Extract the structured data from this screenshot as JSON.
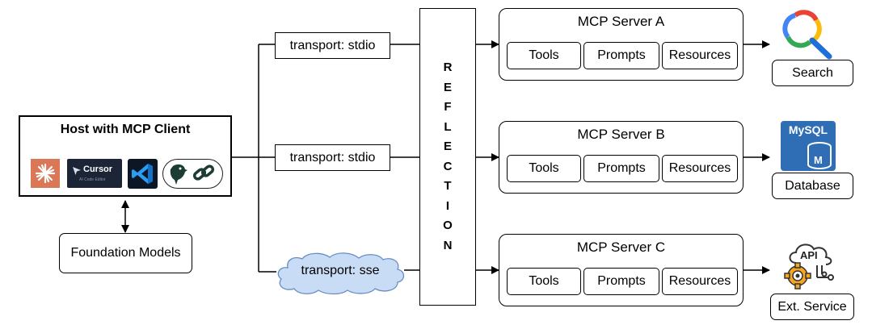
{
  "host": {
    "title": "Host with MCP Client",
    "apps": [
      {
        "icon": "claude-icon",
        "color": "#d97757"
      },
      {
        "icon": "cursor-logo",
        "label": "Cursor",
        "sublabel": "AI Code Editor",
        "color": "#1b2536"
      },
      {
        "icon": "vscode-icon",
        "color": "#0065a9"
      },
      {
        "icon": "parrot-chain-icon"
      }
    ]
  },
  "foundation": {
    "label": "Foundation Models"
  },
  "transports": [
    {
      "label": "transport: stdio"
    },
    {
      "label": "transport: stdio"
    },
    {
      "label": "transport: sse",
      "fill": "#c9dcf5"
    }
  ],
  "reflection": {
    "letters": [
      "R",
      "E",
      "F",
      "L",
      "E",
      "C",
      "T",
      "I",
      "O",
      "N"
    ]
  },
  "servers": [
    {
      "title": "MCP Server A",
      "items": [
        "Tools",
        "Prompts",
        "Resources"
      ]
    },
    {
      "title": "MCP Server B",
      "items": [
        "Tools",
        "Prompts",
        "Resources"
      ]
    },
    {
      "title": "MCP Server C",
      "items": [
        "Tools",
        "Prompts",
        "Resources"
      ]
    }
  ],
  "endpoints": [
    {
      "label": "Search",
      "icon": "google-search-icon"
    },
    {
      "label": "Database",
      "icon": "mysql-database-icon",
      "icon_text": "MySQL",
      "icon_letter": "M",
      "color": "#2f6db5"
    },
    {
      "label": "Ext. Service",
      "icon": "api-cloud-gear-icon",
      "icon_text": "API"
    }
  ]
}
